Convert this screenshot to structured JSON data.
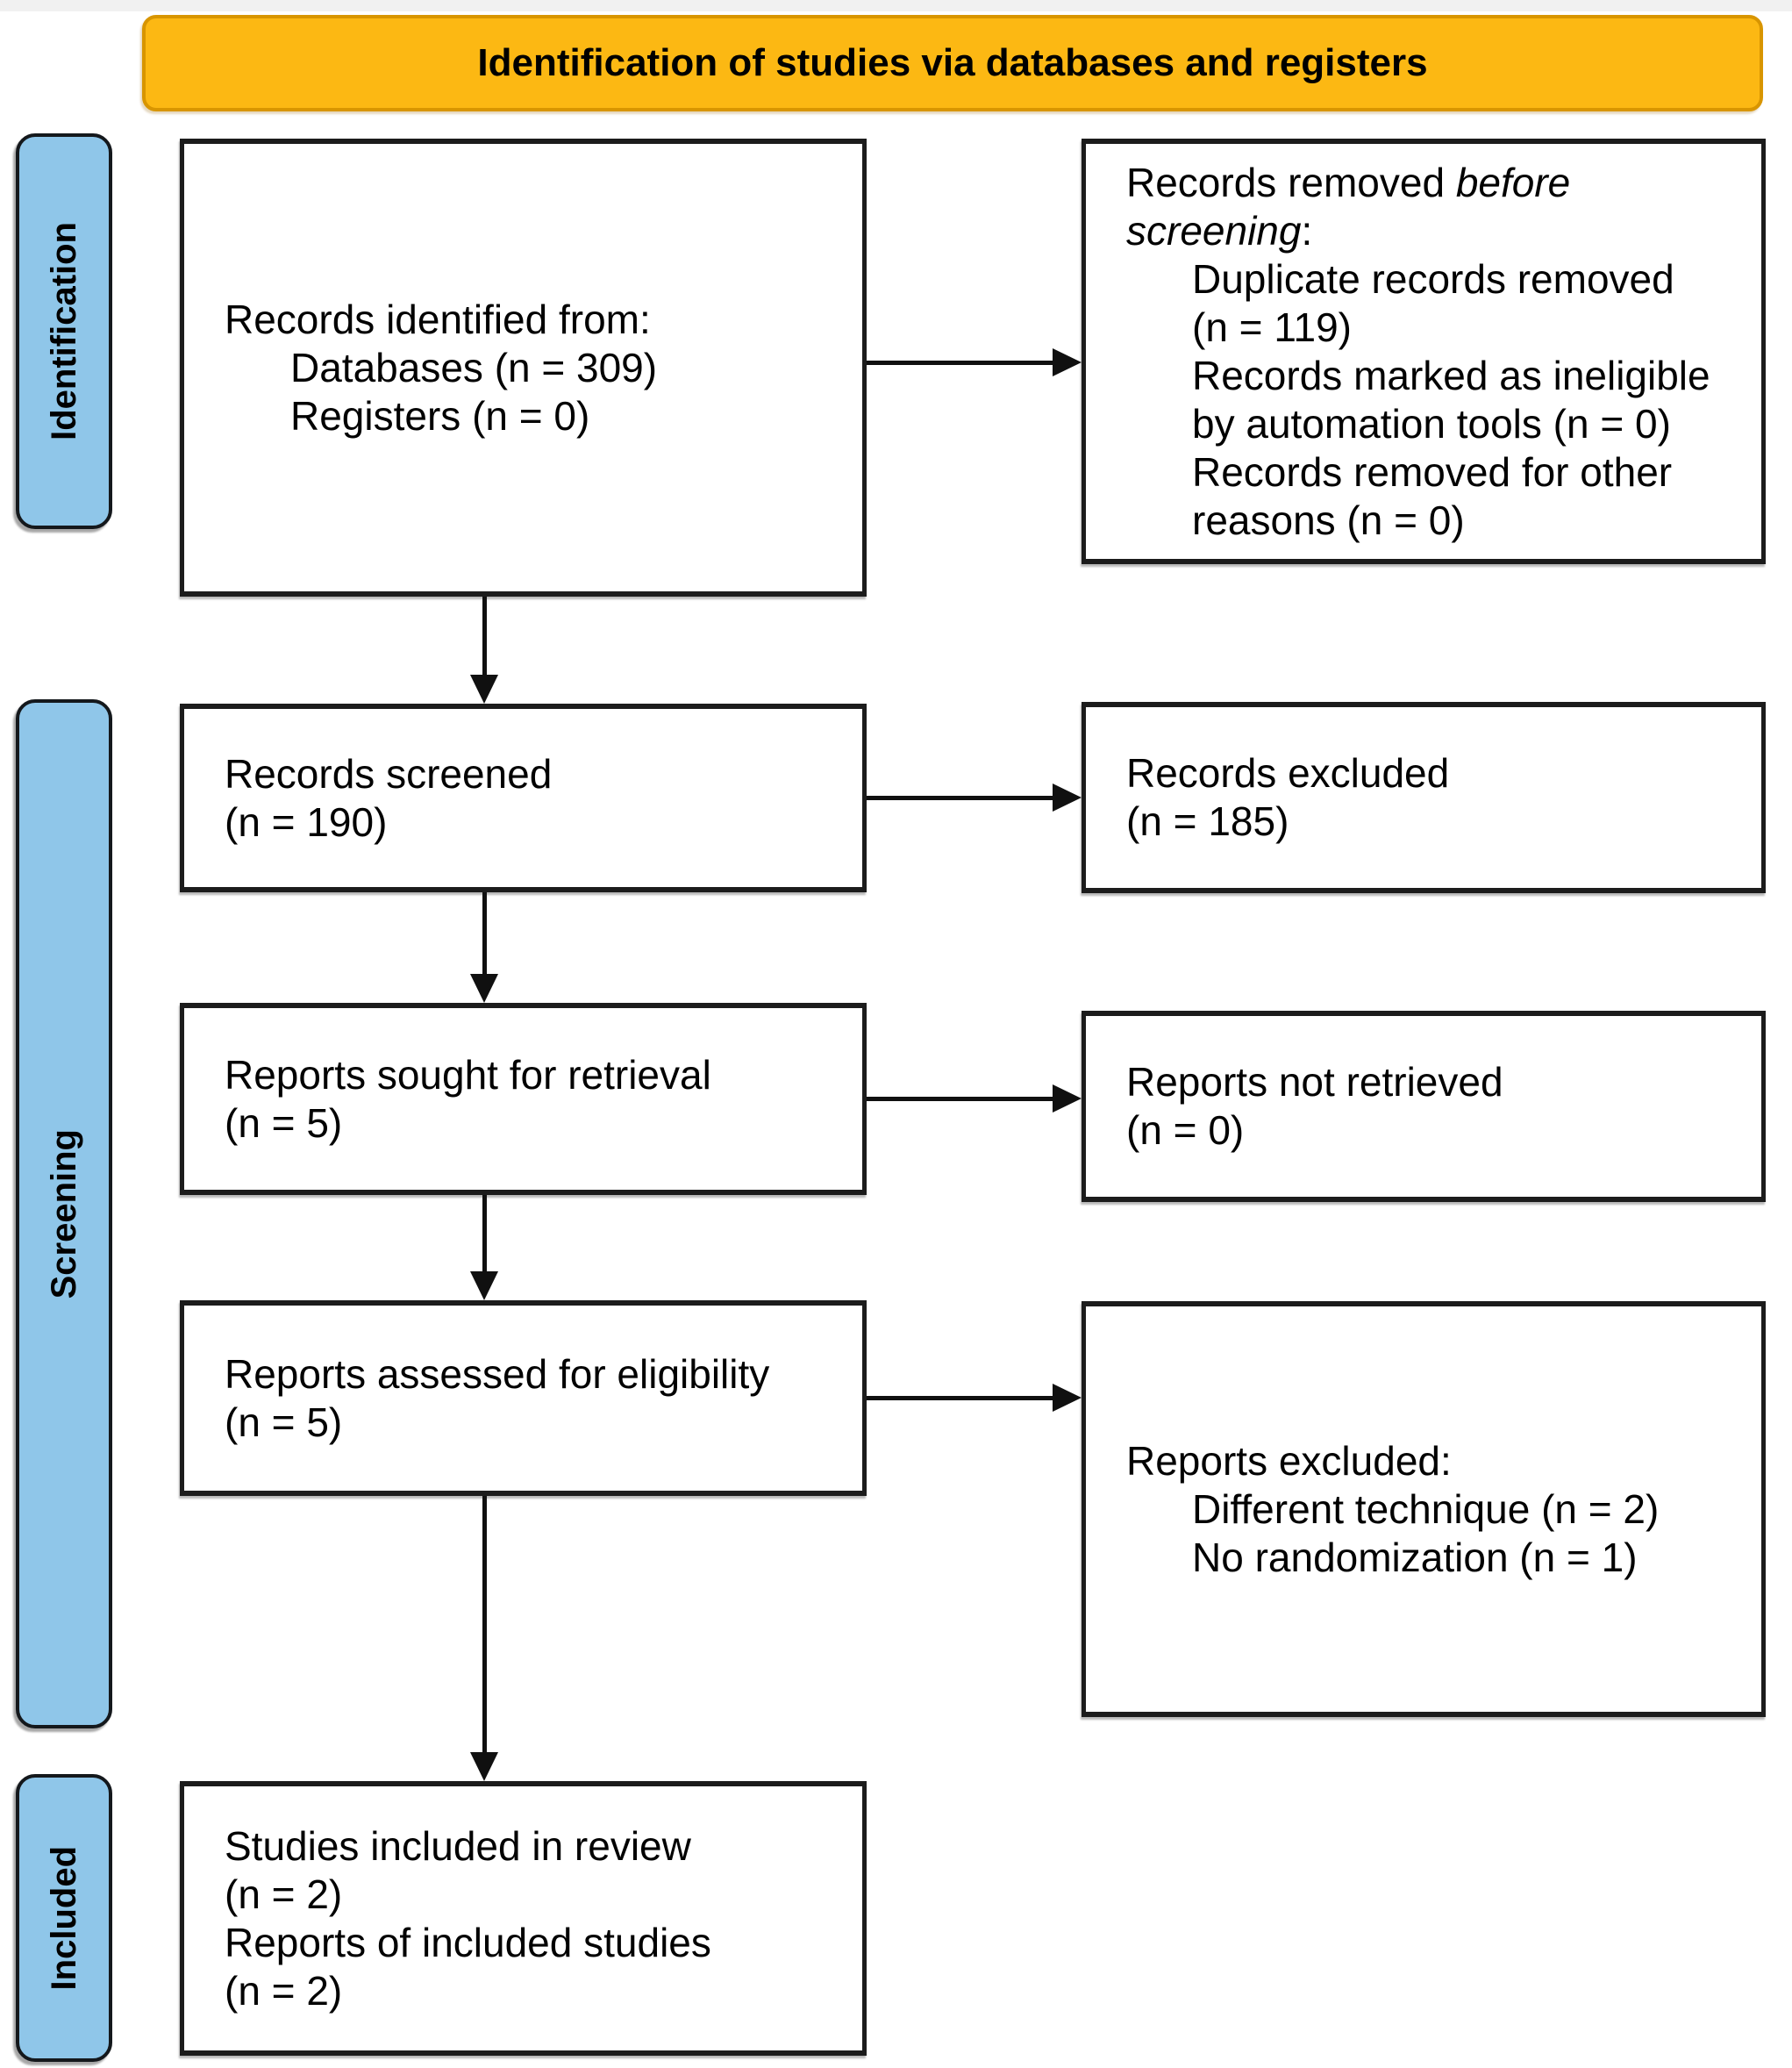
{
  "banner": {
    "title": "Identification of studies via databases and registers"
  },
  "sidebar": [
    {
      "label": "Identification"
    },
    {
      "label": "Screening"
    },
    {
      "label": "Included"
    }
  ],
  "boxes": {
    "records_identified": {
      "lines": [
        "Records identified from:",
        "Databases (n = 309)",
        "Registers (n = 0)"
      ]
    },
    "records_removed": {
      "intro_normal": "Records removed ",
      "intro_italic": "before",
      "intro_italic2": "screening",
      "intro_colon": ":",
      "item_lines": [
        "Duplicate records removed",
        "(n = 119)",
        "Records marked as ineligible",
        "by automation tools (n = 0)",
        "Records removed for other",
        "reasons (n = 0)"
      ]
    },
    "records_screened": {
      "lines": [
        "Records screened",
        "(n = 190)"
      ]
    },
    "records_excluded": {
      "lines": [
        "Records excluded",
        "(n = 185)"
      ]
    },
    "reports_sought": {
      "lines": [
        "Reports sought for retrieval",
        "(n = 5)"
      ]
    },
    "reports_not_retrieved": {
      "lines": [
        "Reports not retrieved",
        "(n = 0)"
      ]
    },
    "reports_assessed": {
      "lines": [
        "Reports assessed for eligibility",
        "(n = 5)"
      ]
    },
    "reports_excluded": {
      "heading": "Reports excluded:",
      "item_lines": [
        "Different technique (n = 2)",
        "No randomization (n = 1)"
      ]
    },
    "studies_included": {
      "lines": [
        "Studies included in review",
        "(n = 2)",
        "Reports of included studies",
        "(n = 2)"
      ]
    }
  },
  "colors": {
    "banner_fill": "#FCB813",
    "banner_border": "#D89500",
    "tab_fill": "#8FC6E9",
    "box_border": "#1C1C1C",
    "arrow": "#101010",
    "text": "#010101"
  }
}
